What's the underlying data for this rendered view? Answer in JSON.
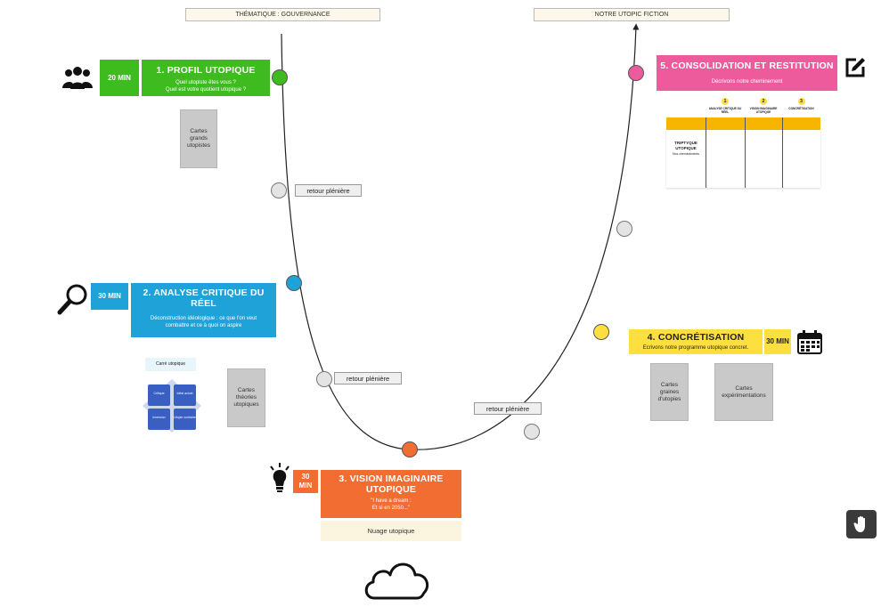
{
  "headers": {
    "left": "THÉMATIQUE : GOUVERNANCE",
    "right": "NOTRE UTOPIC FICTION"
  },
  "colors": {
    "green": "#3dbb1f",
    "blue": "#1fa2d8",
    "orange": "#f26d32",
    "yellow": "#fde040",
    "pink": "#ee5b9d",
    "gray_node": "#e4e4e4"
  },
  "step1": {
    "duration": "20 MIN",
    "title": "1. PROFIL UTOPIQUE",
    "subtitle1": "Quel utopiste êtes vous ?",
    "subtitle2": "Quel est votre quotient utopique ?",
    "card": "Cartes\ngrands\nutopistes",
    "icon": "group-icon"
  },
  "step2": {
    "duration": "30 MIN",
    "title1": "2. ANALYSE CRITIQUE   DU",
    "title2": "RÉEL",
    "subtitle1": "Déconstruction idéologique : ce que l'on veut",
    "subtitle2": "combattre et ce à quoi on aspire",
    "card": "Cartes\nthéories\nutopiques",
    "icon": "magnifier-icon",
    "mini_title": "Carré utopique",
    "mini_cells": [
      "Critique",
      "Idéal actuel",
      "Inversion",
      "Utopie contraire"
    ]
  },
  "step3": {
    "duration1": "30",
    "duration2": "MIN",
    "title1": "3. VISION IMAGINAIRE",
    "title2": "UTOPIQUE",
    "subtitle1": "\"I have a dream :",
    "subtitle2": "Et si en 2050...\"",
    "note": "Nuage utopique",
    "icon": "lightbulb-icon",
    "cloud_icon": "cloud-icon"
  },
  "step4": {
    "duration": "30 MIN",
    "title": "4. CONCRÉTISATION",
    "subtitle": "Ecrivons notre programme utopique concret.",
    "card1": "Cartes\ngraines\nd'utopies",
    "card2": "Cartes\nexpérimentations",
    "icon": "calendar-icon"
  },
  "step5": {
    "title": "5. CONSOLIDATION ET RESTITUTION",
    "subtitle": "Décrivons notre cheminement",
    "icon": "edit-icon",
    "table": {
      "numbers": [
        "1",
        "2",
        "3"
      ],
      "cols": [
        "ANALYSE CRITIQUE DU RÉEL",
        "VISION IMAGINAIRE UTOPIQUE",
        "CONCRÉTISATION"
      ],
      "row_title1": "TRIPTYQUE",
      "row_title2": "UTOPIQUE",
      "row_sub": "Nos cheminements"
    }
  },
  "pills": [
    "retour plénière",
    "retour plénière",
    "retour plénière"
  ],
  "hand_icon": "hand-icon"
}
